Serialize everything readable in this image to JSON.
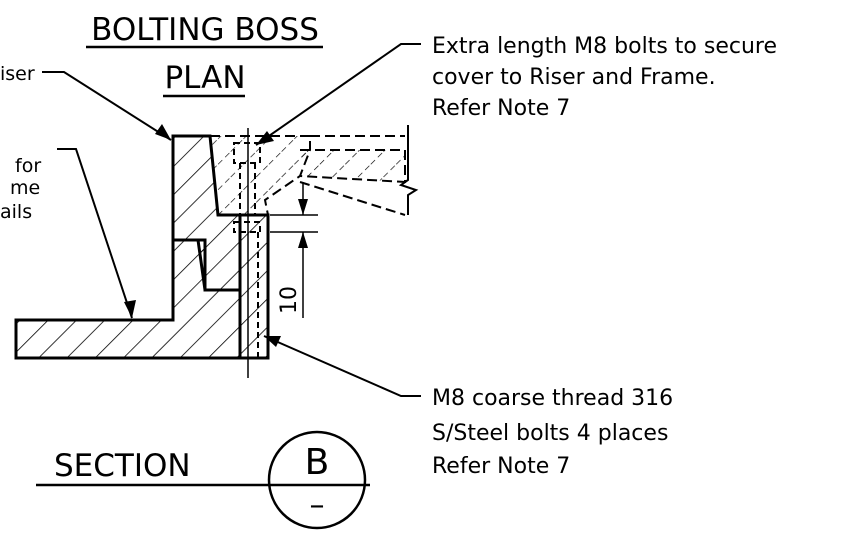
{
  "drawing": {
    "title_line1": "BOLTING BOSS",
    "title_line2": "PLAN",
    "partial_label_1": "iser",
    "partial_label_2a": "for",
    "partial_label_2b": "me",
    "partial_label_2c": "ails",
    "note_top_line1": "Extra length M8 bolts to secure",
    "note_top_line2": "cover to Riser and Frame.",
    "note_top_line3": "Refer Note 7",
    "note_bottom_line1": "M8 coarse thread 316",
    "note_bottom_line2": "S/Steel bolts 4 places",
    "note_bottom_line3": "Refer Note 7",
    "dimension_label": "10",
    "section_label": "SECTION",
    "section_letter": "B",
    "section_sheet": "–"
  },
  "colors": {
    "ink": "#000000",
    "paper": "#ffffff"
  }
}
